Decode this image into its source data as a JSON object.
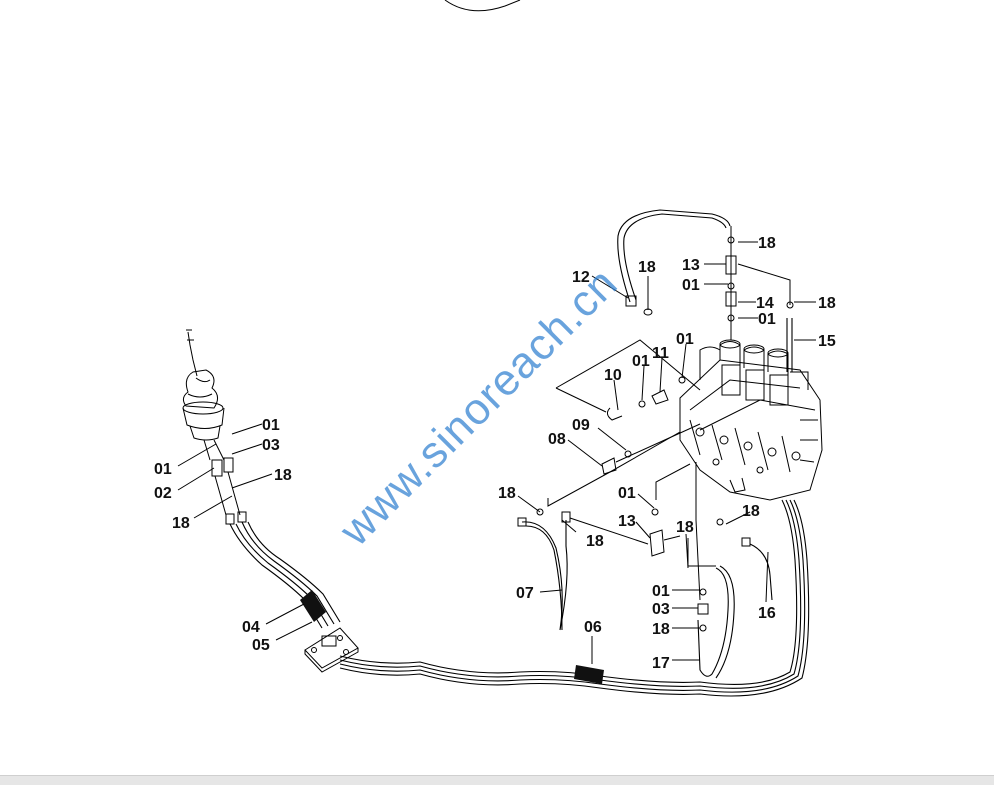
{
  "watermark": "www.sinoreach.cn",
  "labels": {
    "l01a": "01",
    "l02": "02",
    "l01b": "01",
    "l03a": "03",
    "l18a": "18",
    "l18b": "18",
    "l04": "04",
    "l05": "05",
    "l06": "06",
    "l07": "07",
    "l08": "08",
    "l09": "09",
    "l10": "10",
    "l01c": "01",
    "l11": "11",
    "l01d": "01",
    "l12": "12",
    "l18c": "18",
    "l13a": "13",
    "l01e": "01",
    "l18d": "18",
    "l14": "14",
    "l01f": "01",
    "l18e": "18",
    "l15": "15",
    "l18f": "18",
    "l13b": "13",
    "l18g": "18",
    "l01g": "01",
    "l18h": "18",
    "l18i": "18",
    "l16": "16",
    "l01h": "01",
    "l03b": "03",
    "l18j": "18",
    "l17": "17"
  },
  "colors": {
    "watermark": "#2f7fd0",
    "line": "#000000"
  }
}
